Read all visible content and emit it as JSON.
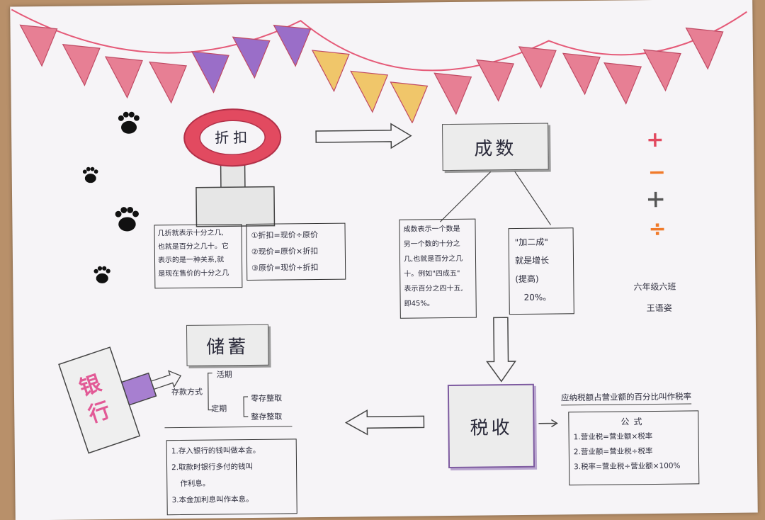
{
  "colors": {
    "flag_pink": "#e77f94",
    "flag_purple": "#9a6ec8",
    "flag_yellow": "#f0c66a",
    "brand_red": "#e0455d",
    "stamp_purple": "#a77fd0",
    "op_orange": "#f07a2a"
  },
  "discount": {
    "title": "折扣",
    "def_lines": [
      "几折就表示十分之几,",
      "也就是百分之几十。它",
      "表示的是一种关系,就",
      "是现在售价的十分之几"
    ],
    "formula_lines": [
      "①折扣=现价÷原价",
      "②现价=原价×折扣",
      "③原价=现价÷折扣"
    ]
  },
  "chengshu": {
    "title": "成数",
    "def_lines": [
      "成数表示一个数是",
      "另一个数的十分之",
      "几,也就是百分之几",
      "十。例如\"四成五\"",
      "表示百分之四十五,",
      "即45%。"
    ],
    "example_lines": [
      "\"加二成\"",
      "就是增长",
      "(提高)",
      "20%。"
    ]
  },
  "author": {
    "class": "六年级六班",
    "name": "王语姿"
  },
  "operators": [
    "+",
    "−",
    "×",
    "÷"
  ],
  "savings": {
    "title": "储蓄",
    "method_label": "存款方式",
    "current": "活期",
    "fixed": "定期",
    "fixed_types": [
      "零存整取",
      "整存整取"
    ],
    "notes": [
      "1.存入银行的钱叫做本金。",
      "2.取款时银行多付的钱叫",
      "作利息。",
      "3.本金加利息叫作本息。"
    ],
    "stamp_text": "银行"
  },
  "tax": {
    "title": "税收",
    "definition": "应纳税额占营业额的百分比叫作税率",
    "formula_title": "公式",
    "formulas": [
      "1.营业税=营业额×税率",
      "2.营业额=营业税÷税率",
      "3.税率=营业税÷营业额×100%"
    ]
  }
}
